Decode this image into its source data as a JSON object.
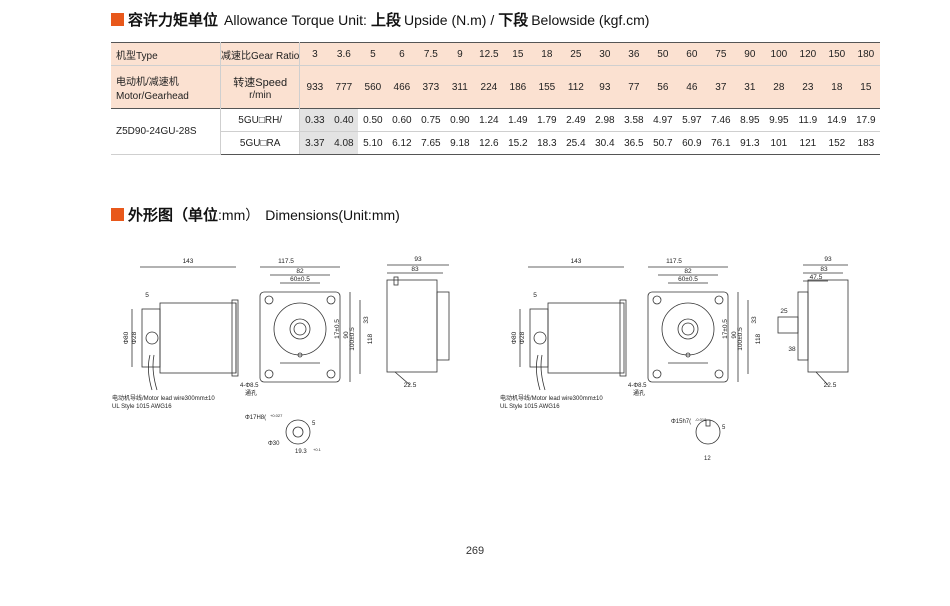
{
  "section1": {
    "title_cn": "容许力矩单位",
    "title_en": "Allowance Torque Unit:",
    "upside_cn": "上段",
    "upside_en": "Upside (N.m) /",
    "belowside_cn": "下段",
    "belowside_en": "Belowside (kgf.cm)"
  },
  "table": {
    "model_header_1": "机型Type",
    "model_header_2": "电动机/减速机",
    "model_header_3": "Motor/Gearhead",
    "ratio_label": "减速比Gear Ratio",
    "speed_label_1": "转速Speed",
    "speed_label_2": "r/min",
    "ratios": [
      "3",
      "3.6",
      "5",
      "6",
      "7.5",
      "9",
      "12.5",
      "15",
      "18",
      "25",
      "30",
      "36",
      "50",
      "60",
      "75",
      "90",
      "100",
      "120",
      "150",
      "180"
    ],
    "speeds": [
      "933",
      "777",
      "560",
      "466",
      "373",
      "311",
      "224",
      "186",
      "155",
      "112",
      "93",
      "77",
      "56",
      "46",
      "37",
      "31",
      "28",
      "23",
      "18",
      "15"
    ],
    "model": "Z5D90-24GU-28S",
    "gear_rh": "5GU□RH/",
    "gear_ra": "5GU□RA",
    "torque_nm": [
      "0.33",
      "0.40",
      "0.50",
      "0.60",
      "0.75",
      "0.90",
      "1.24",
      "1.49",
      "1.79",
      "2.49",
      "2.98",
      "3.58",
      "4.97",
      "5.97",
      "7.46",
      "8.95",
      "9.95",
      "11.9",
      "14.9",
      "17.9"
    ],
    "torque_kgf": [
      "3.37",
      "4.08",
      "5.10",
      "6.12",
      "7.65",
      "9.18",
      "12.6",
      "15.2",
      "18.3",
      "25.4",
      "30.4",
      "36.5",
      "50.7",
      "60.9",
      "76.1",
      "91.3",
      "101",
      "121",
      "152",
      "183"
    ]
  },
  "section2": {
    "title_cn": "外形图（单位",
    "title_unit": ":mm）",
    "title_en": "Dimensions(Unit:mm)"
  },
  "drawing_left": {
    "d143": "143",
    "d117": "117.5",
    "d82": "82",
    "d60": "60±0.5",
    "d5": "5",
    "d90": "90",
    "d17": "17±0.5",
    "d33": "33",
    "d100": "100±0.5",
    "d118": "118",
    "d80": "Φ80",
    "d28": "Φ28",
    "hole1": "4-Φ8.5",
    "hole2": "通孔",
    "wire1": "电动机导线/Motor lead wire300mm±10",
    "wire2": "UL Style 1015 AWG16",
    "shaft": "Φ17H8(",
    "shaft_tol": "+0.027",
    "d5b": "5",
    "d30": "Φ30",
    "d193": "19.3",
    "d193_tol": "+0.1",
    "d93": "93",
    "d83": "83",
    "d225": "22.5"
  },
  "drawing_right": {
    "d143": "143",
    "d117": "117.5",
    "d82": "82",
    "d60": "60±0.5",
    "d5": "5",
    "d90": "90",
    "d17": "17±0.5",
    "d33": "33",
    "d100": "100±0.5",
    "d118": "118",
    "d80": "Φ80",
    "d28": "Φ28",
    "hole1": "4-Φ8.5",
    "hole2": "通孔",
    "wire1": "电动机导线/Motor lead wire300mm±10",
    "wire2": "UL Style 1015 AWG16",
    "shaft": "Φ15h7(",
    "shaft_tol": "-0.018",
    "d5b": "5",
    "d12": "12",
    "d93": "93",
    "d83": "83",
    "d475": "47.5",
    "d25": "25",
    "d38": "38",
    "d225": "22.5"
  },
  "page_number": "269"
}
